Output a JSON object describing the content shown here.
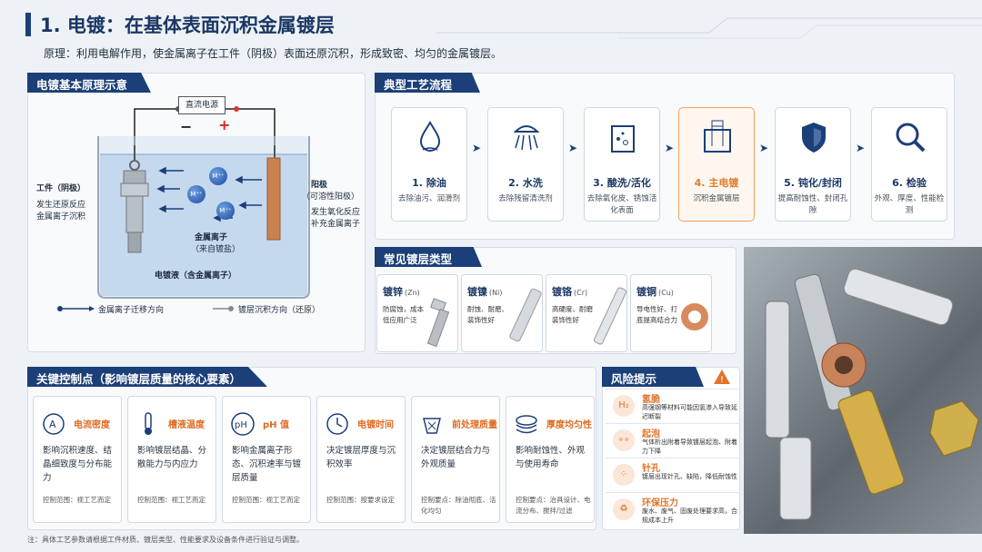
{
  "title": "1. 电镀：在基体表面沉积金属镀层",
  "subtitle": "原理：利用电解作用，使金属离子在工件（阴极）表面还原沉积，形成致密、均匀的金属镀层。",
  "principle": {
    "tab": "电镀基本原理示意",
    "power": "直流电源",
    "minus": "−",
    "plus": "+",
    "workpiece_title": "工件（阴极）",
    "workpiece_desc": [
      "发生还原反应",
      "金属离子沉积"
    ],
    "anode_title": "阳极",
    "anode_sub": "（可溶性阳极）",
    "anode_desc": [
      "发生氧化反应",
      "补充金属离子"
    ],
    "ion_label": "M⁺⁺",
    "ions_title": "金属离子",
    "ions_sub": "（来自镀盐）",
    "bath": "电镀液（含金属离子）",
    "legend_migration": "金属离子迁移方向",
    "legend_deposit": "镀层沉积方向（还原）"
  },
  "process": {
    "tab": "典型工艺流程",
    "steps": [
      {
        "name": "1. 除油",
        "desc": "去除油污、润滑剂"
      },
      {
        "name": "2. 水洗",
        "desc": "去除残留清洗剂"
      },
      {
        "name": "3. 酸洗/活化",
        "desc": "去除氧化皮、锈蚀活化表面"
      },
      {
        "name": "4. 主电镀",
        "desc": "沉积金属镀层"
      },
      {
        "name": "5. 钝化/封闭",
        "desc": "提高耐蚀性、封闭孔隙"
      },
      {
        "name": "6. 检验",
        "desc": "外观、厚度、性能检测"
      }
    ]
  },
  "coatings": {
    "tab": "常见镀层类型",
    "items": [
      {
        "name": "镀锌",
        "sym": "(Zn)",
        "desc": "防腐蚀，成本低应用广泛"
      },
      {
        "name": "镀镍",
        "sym": "(Ni)",
        "desc": "耐蚀、耐磨、装饰性好"
      },
      {
        "name": "镀铬",
        "sym": "(Cr)",
        "desc": "高硬度、耐磨装饰性好"
      },
      {
        "name": "镀铜",
        "sym": "(Cu)",
        "desc": "导电性好、打底提高结合力"
      }
    ]
  },
  "controls": {
    "tab": "关键控制点（影响镀层质量的核心要素）",
    "items": [
      {
        "title": "电流密度",
        "desc": "影响沉积速度、结晶细致度与分布能力",
        "range": "控制范围：视工艺而定"
      },
      {
        "title": "槽液温度",
        "desc": "影响镀层结晶、分散能力与内应力",
        "range": "控制范围：视工艺而定"
      },
      {
        "title": "pH 值",
        "desc": "影响金属离子形态、沉积速率与镀层质量",
        "range": "控制范围：视工艺而定"
      },
      {
        "title": "电镀时间",
        "desc": "决定镀层厚度与沉积效率",
        "range": "控制范围：按要求设定"
      },
      {
        "title": "前处理质量",
        "desc": "决定镀层结合力与外观质量",
        "range": "控制要点：除油彻底、活化均匀"
      },
      {
        "title": "厚度均匀性",
        "desc": "影响耐蚀性、外观与使用寿命",
        "range": "控制要点：治具设计、电流分布、搅拌/过滤"
      }
    ]
  },
  "risks": {
    "tab": "风险提示",
    "items": [
      {
        "icon": "H₂",
        "title": "氢脆",
        "desc": "高强钢等材料可能因氢渗入导致延迟断裂"
      },
      {
        "icon": "∘∘",
        "title": "起泡",
        "desc": "气体析出附着导致镀层起泡、附着力下降"
      },
      {
        "icon": "⁘",
        "title": "针孔",
        "desc": "镀层出现针孔、缺陷，降低耐蚀性"
      },
      {
        "icon": "♻",
        "title": "环保压力",
        "desc": "废水、废气、固废处理要求高，合规成本上升"
      }
    ]
  },
  "footnote": "注：具体工艺参数请根据工件材质、镀层类型、性能要求及设备条件进行验证与调整。",
  "colors": {
    "primary": "#1b3f78",
    "accent": "#e0742a"
  }
}
